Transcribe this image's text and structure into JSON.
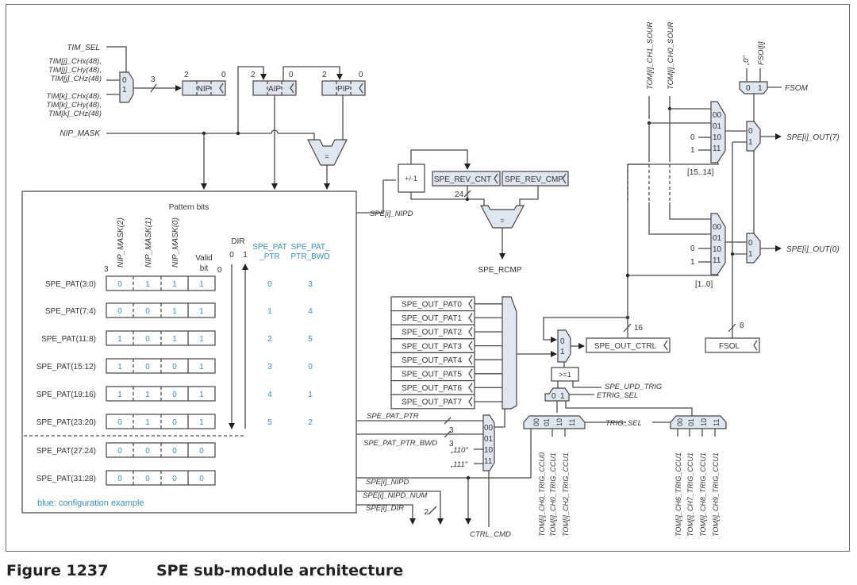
{
  "caption": {
    "figure_number": "Figure 1237",
    "title": "SPE sub-module architecture"
  },
  "inputs_left": {
    "tim_sel": "TIM_SEL",
    "tim_j": [
      "TIM[j]_CHx(48),",
      "TIM[j]_CHy(48),",
      "TIM[j]_CHz(48)"
    ],
    "tim_k": [
      "TIM[k]_CHx(48),",
      "TIM[k]_CHy(48),",
      "TIM[k]_CHz(48)"
    ],
    "nip_mask": "NIP_MASK",
    "mux_inputs": [
      "0",
      "1"
    ],
    "bus_width": "3"
  },
  "registers": {
    "nip": {
      "label": "NIP",
      "msb": "2",
      "lsb": "0"
    },
    "aip": {
      "label": "AIP",
      "msb": "2",
      "lsb": "0"
    },
    "pip": {
      "label": "PIP",
      "msb": "2",
      "lsb": "0"
    },
    "rev_cnt": "SPE_REV_CNT",
    "rev_cmp": "SPE_REV_CMP",
    "out_ctrl": "SPE_OUT_CTRL",
    "fsol": "FSOL"
  },
  "comparators": {
    "eq": "=",
    "incdec": "+/-1",
    "or": ">=1"
  },
  "signals": {
    "spe_nipd": "SPE[i]_NIPD",
    "spe_rcmp": "SPE_RCMP",
    "rev_cnt_width": "24",
    "out_ctrl_width": "16",
    "fsol_width": "8",
    "spe_pat_ptr": "SPE_PAT_PTR",
    "spe_pat_ptr_bwd": "SPE_PAT_PTR_BWD",
    "ptr_width": "3",
    "const_110": "„110\"",
    "const_111": "„111\"",
    "spe_nipd2": "SPE[i]_NIPD",
    "spe_nipd_num": "SPE[i]_NIPD_NUM",
    "spe_dir": "SPE[i]_DIR",
    "nipd_num_width": "2",
    "ctrl_cmd": "CTRL_CMD",
    "spe_upd_trig": "SPE_UPD_TRIG",
    "etrig_sel": "ETRIG_SEL",
    "trig_sel": "TRIG_SEL",
    "fsom": "FSOM",
    "zero_const": "„0\"",
    "fsoi": "FSOI[i]",
    "tom_ch1_sour": "TOM[i]_CH1_SOUR",
    "tom_ch0_sour": "TOM[i]_CH0_SOUR",
    "out7": "SPE[i]_OUT(7)",
    "out0": "SPE[i]_OUT(0)",
    "bits_hi": "[15..14]",
    "bits_lo": "[1..0]"
  },
  "mux_labels": {
    "sel2": [
      "00",
      "01",
      "10",
      "11"
    ],
    "sel1": [
      "0",
      "1"
    ],
    "const_inputs": [
      "0",
      "1"
    ]
  },
  "trig_inputs_a": [
    "TOM[i]_CH0_TRIG_CCU0",
    "TOM[i]_CH0_TRIG_CCU1",
    "TOM[i]_CH2_TRIG_CCU1"
  ],
  "trig_inputs_b": [
    "TOM[i]_CH6_TRIG_CCU1",
    "TOM[i]_CH7_TRIG_CCU1",
    "TOM[i]_CH8_TRIG_CCU1",
    "TOM[i]_CH9_TRIG_CCU1"
  ],
  "out_pats": [
    "SPE_OUT_PAT0",
    "SPE_OUT_PAT1",
    "SPE_OUT_PAT2",
    "SPE_OUT_PAT3",
    "SPE_OUT_PAT4",
    "SPE_OUT_PAT5",
    "SPE_OUT_PAT6",
    "SPE_OUT_PAT7"
  ],
  "pattern": {
    "title": "Pattern bits",
    "col_headers": [
      "NIP_MASK(2)",
      "NIP_MASK(1)",
      "NIP_MASK(0)"
    ],
    "valid_label": [
      "Valid",
      "bit"
    ],
    "bit_msb": "3",
    "bit_lsb": "0",
    "dir_label": "DIR",
    "dir_values": [
      "0",
      "1"
    ],
    "ptr_header": [
      "SPE_PAT",
      "_PTR"
    ],
    "ptr_bwd_header": [
      "SPE_PAT_",
      "PTR_BWD"
    ],
    "legend": "blue: configuration example",
    "rows": [
      {
        "name": "SPE_PAT(3:0)",
        "bits": [
          "0",
          "1",
          "1",
          "1"
        ],
        "ptr": "0",
        "bwd": "3"
      },
      {
        "name": "SPE_PAT(7:4)",
        "bits": [
          "0",
          "0",
          "1",
          "1"
        ],
        "ptr": "1",
        "bwd": "4"
      },
      {
        "name": "SPE_PAT(11:8)",
        "bits": [
          "1",
          "0",
          "1",
          "1"
        ],
        "ptr": "2",
        "bwd": "5"
      },
      {
        "name": "SPE_PAT(15:12)",
        "bits": [
          "1",
          "0",
          "0",
          "1"
        ],
        "ptr": "3",
        "bwd": "0"
      },
      {
        "name": "SPE_PAT(19:16)",
        "bits": [
          "1",
          "1",
          "0",
          "1"
        ],
        "ptr": "4",
        "bwd": "1"
      },
      {
        "name": "SPE_PAT(23:20)",
        "bits": [
          "0",
          "1",
          "0",
          "1"
        ],
        "ptr": "5",
        "bwd": "2"
      },
      {
        "name": "SPE_PAT(27:24)",
        "bits": [
          "0",
          "0",
          "0",
          "0"
        ],
        "ptr": "",
        "bwd": ""
      },
      {
        "name": "SPE_PAT(31:28)",
        "bits": [
          "0",
          "0",
          "0",
          "0"
        ],
        "ptr": "",
        "bwd": ""
      }
    ]
  }
}
